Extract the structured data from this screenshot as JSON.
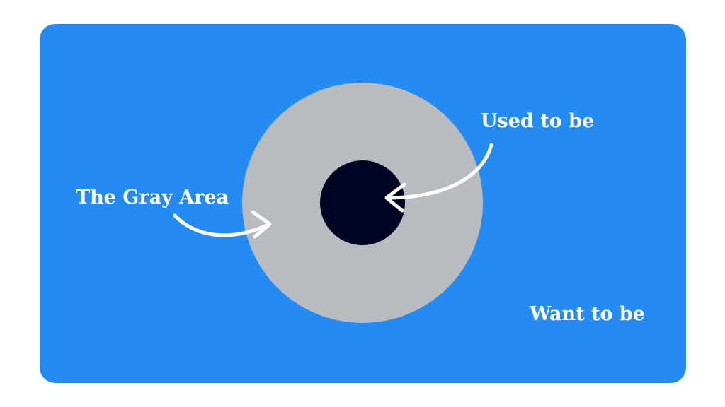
{
  "labels": {
    "gray_area": "The Gray Area",
    "used_to_be": "Used to be",
    "want_to_be": "Want to be"
  },
  "colors": {
    "panel": "#238bf2",
    "outer_circle": "#b8bcc0",
    "inner_circle": "#000423",
    "text": "#ffffff",
    "arrows": "#ffffff"
  },
  "icons": {
    "gray_area_arrow": "curved-arrow-right-icon",
    "used_to_be_arrow": "curved-arrow-left-icon"
  }
}
